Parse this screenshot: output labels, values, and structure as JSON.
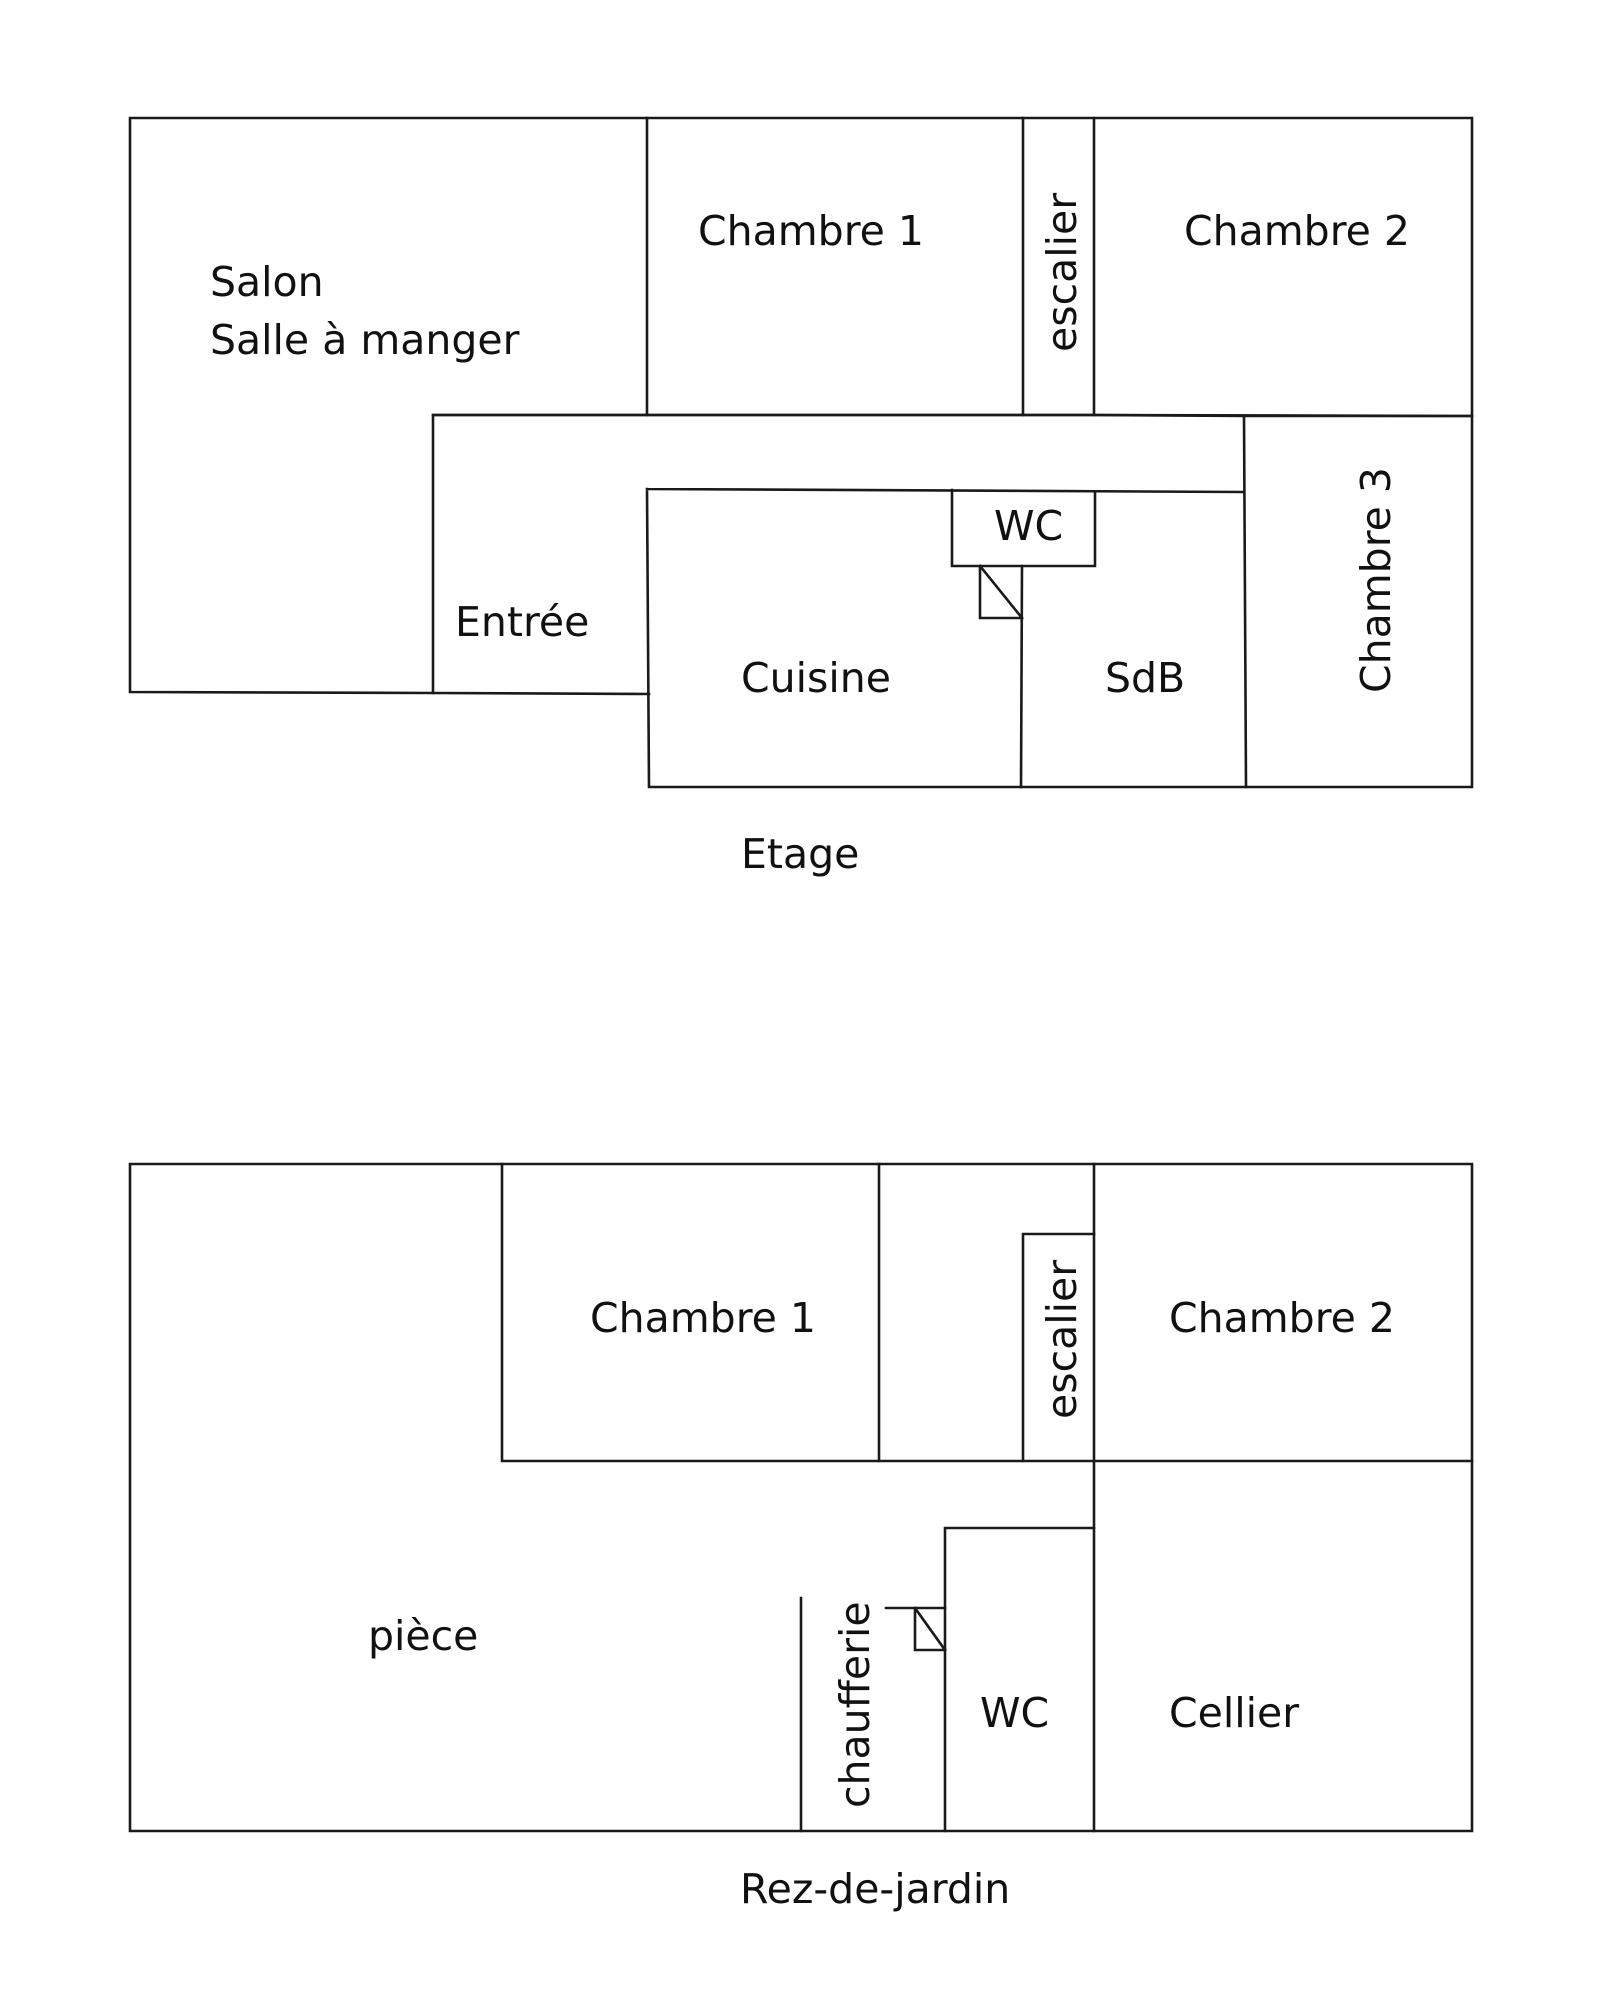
{
  "etage": {
    "caption": "Etage",
    "rooms": {
      "salon_line1": "Salon",
      "salon_line2": "Salle à manger",
      "chambre1": "Chambre 1",
      "escalier": "escalier",
      "chambre2": "Chambre 2",
      "wc": "WC",
      "entree": "Entrée",
      "cuisine": "Cuisine",
      "sdb": "SdB",
      "chambre3": "Chambre 3"
    }
  },
  "rez_de_jardin": {
    "caption": "Rez-de-jardin",
    "rooms": {
      "chambre1": "Chambre 1",
      "escalier": "escalier",
      "chambre2": "Chambre 2",
      "piece": "pièce",
      "chaufferie": "chaufferie",
      "wc": "WC",
      "cellier": "Cellier"
    }
  }
}
